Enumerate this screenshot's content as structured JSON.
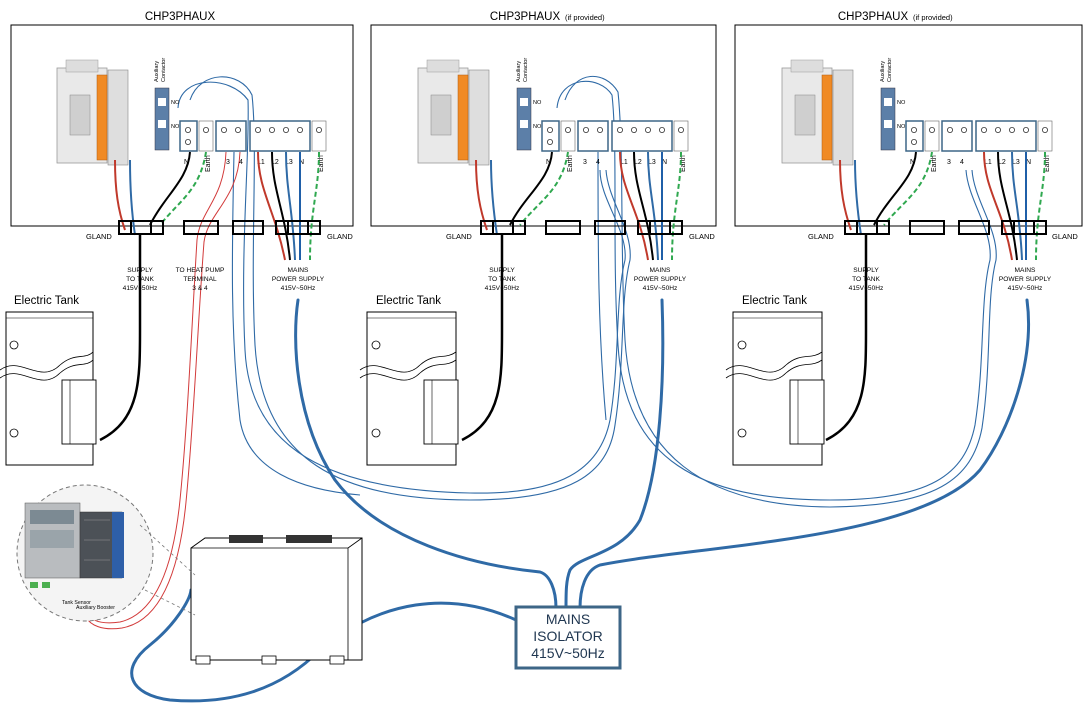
{
  "panels": [
    {
      "title": "CHP3PHAUX",
      "subtitle": ""
    },
    {
      "title": "CHP3PHAUX",
      "subtitle": "(if provided)"
    },
    {
      "title": "CHP3PHAUX",
      "subtitle": "(if provided)"
    }
  ],
  "contactor": {
    "aux_label_line1": "Auxiliary",
    "aux_label_line2": "Contactor",
    "no_label": "NO"
  },
  "terminals": {
    "n": "N",
    "earth": "Earth",
    "t3": "3",
    "t4": "4",
    "l1": "L1",
    "l2": "L2",
    "l3": "L3"
  },
  "gland": "GLAND",
  "labels": {
    "supply_tank": [
      "SUPPLY",
      "TO TANK",
      "415V~50Hz"
    ],
    "heat_pump": [
      "TO HEAT PUMP",
      "TERMINAL",
      "3 & 4"
    ],
    "mains_power": [
      "MAINS",
      "POWER SUPPLY",
      "415V~50Hz"
    ]
  },
  "tank_label": "Electric Tank",
  "isolator": [
    "MAINS",
    "ISOLATOR",
    "415V~50Hz"
  ],
  "controller": {
    "tank_sensor": "Tank Sensor",
    "aux_booster": "Auxiliary Booster"
  },
  "colors": {
    "blue_wire": "#2f6aa6",
    "brown_wire": "#c0392b",
    "neutral_wire": "#1f5fa8",
    "earth_wire": "#2fa84f",
    "isolator_border": "#3d6687",
    "terminal_border": "#3d6687"
  }
}
